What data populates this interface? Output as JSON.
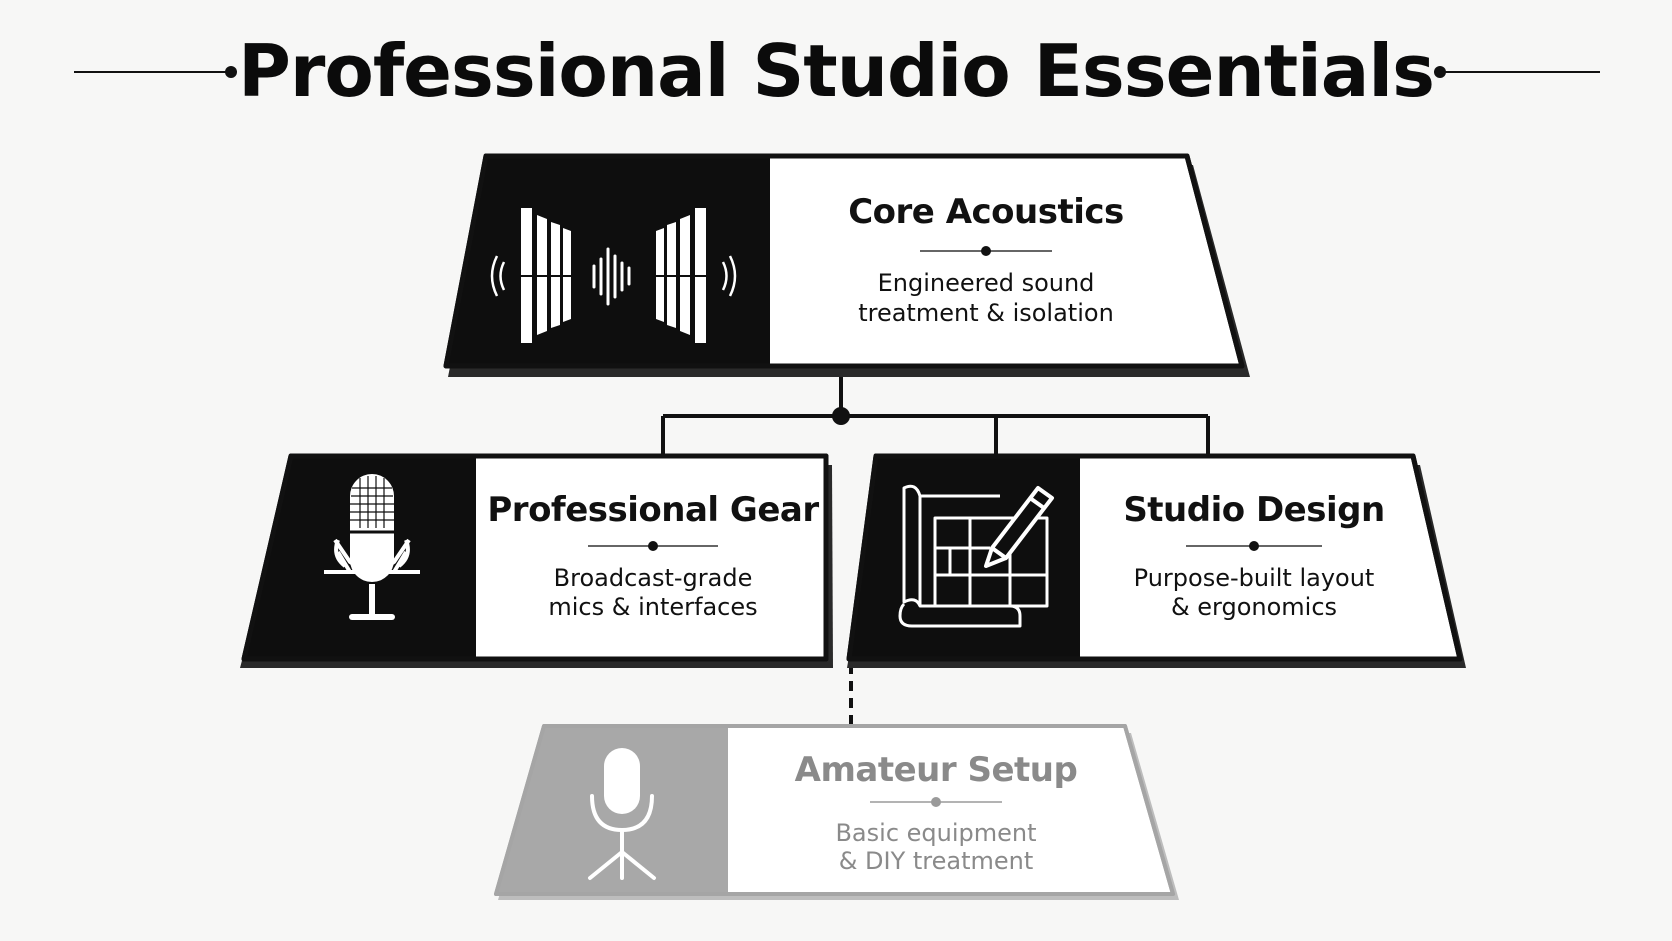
{
  "title": "Professional Studio Essentials",
  "nodes": {
    "core": {
      "label": "Core Acoustics",
      "desc_line1": "Engineered sound",
      "desc_line2": "treatment & isolation",
      "icon": "acoustic-panels-icon"
    },
    "gear": {
      "label": "Professional Gear",
      "desc_line1": "Broadcast-grade",
      "desc_line2": "mics & interfaces",
      "icon": "studio-microphone-icon"
    },
    "design": {
      "label": "Studio Design",
      "desc_line1": "Purpose-built layout",
      "desc_line2": "& ergonomics",
      "icon": "blueprint-pencil-icon"
    },
    "amateur": {
      "label": "Amateur Setup",
      "desc_line1": "Basic equipment",
      "desc_line2": "& DIY treatment",
      "icon": "basic-microphone-icon",
      "style": "muted"
    }
  },
  "edges": [
    {
      "from": "core",
      "to": "gear",
      "style": "solid"
    },
    {
      "from": "core",
      "to": "design",
      "style": "solid"
    },
    {
      "from": "design",
      "to": "amateur",
      "style": "dashed"
    }
  ],
  "colors": {
    "background": "#f7f7f6",
    "ink": "#111111",
    "muted": "#9a9a9a",
    "muted_fill": "#a8a8a8"
  }
}
